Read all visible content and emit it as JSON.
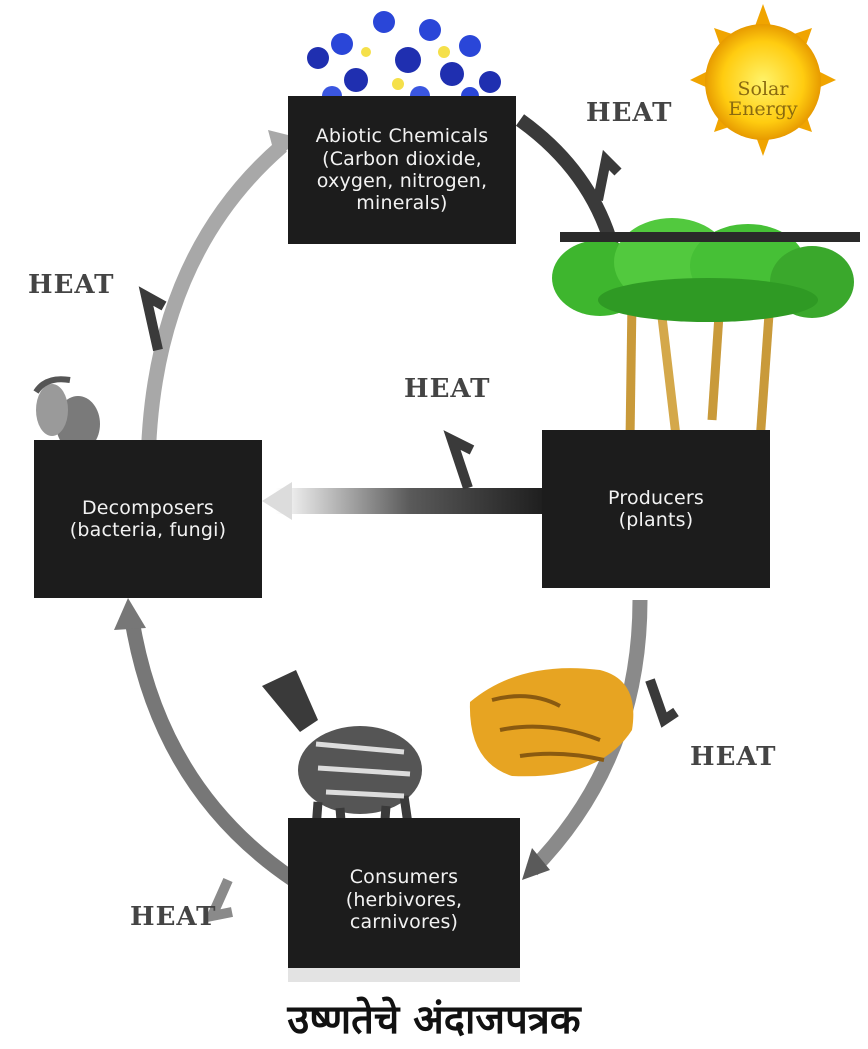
{
  "boxes": {
    "abiotic": [
      "Abiotic Chemicals",
      "(Carbon dioxide,",
      "oxygen, nitrogen,",
      "minerals)"
    ],
    "producers": [
      "Producers",
      "(plants)"
    ],
    "consumers": [
      "Consumers",
      "(herbivores,",
      "carnivores)"
    ],
    "decomposers": [
      "Decomposers",
      "(bacteria, fungi)"
    ]
  },
  "heat_labels": [
    "HEAT",
    "HEAT",
    "HEAT",
    "HEAT",
    "HEAT"
  ],
  "sun": [
    "Solar",
    "Energy"
  ],
  "caption": "उष्णतेचे अंदाजपत्रक",
  "colors": {
    "box": "#1c1c1c",
    "box_text": "#f2f2f2",
    "arrow": "#9a9a9a",
    "heat_arrow": "#3a3a3a",
    "sun": "#f5b800",
    "tree": "#4cc23a",
    "trunk": "#c99a3a"
  }
}
